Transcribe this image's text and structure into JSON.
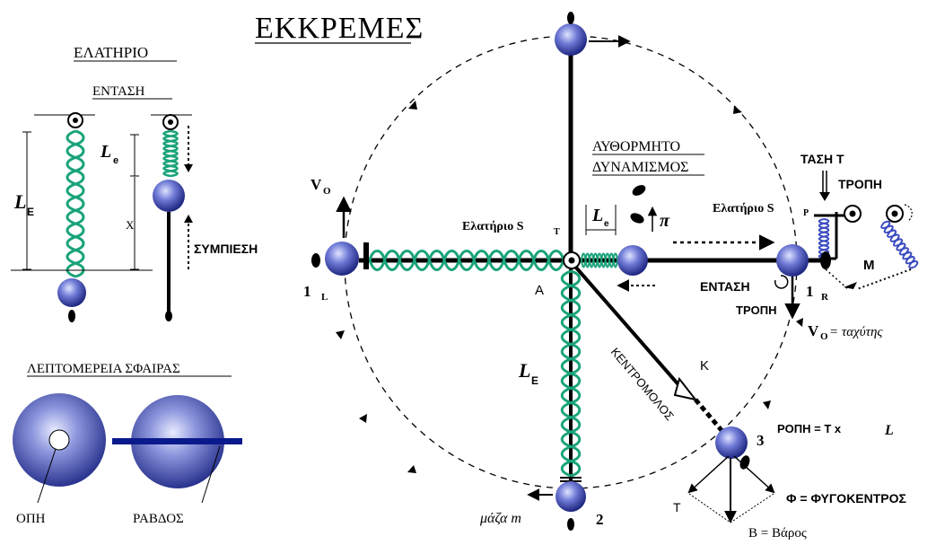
{
  "title": "ΕΚΚΡΕΜΕΣ",
  "spring_panel": {
    "heading": "ΕΛΑΤΗΡΙΟ",
    "tension_label": "ΕΝΤΑΣΗ",
    "length_E": "L",
    "length_E_sub": "E",
    "length_e": "L",
    "length_e_sub": "e",
    "x_label": "X",
    "compression_label": "ΣΥΜΠΙΕΣΗ"
  },
  "sphere_detail": {
    "heading": "ΛΕΠΤΟΜΕΡΕΙΑ ΣΦΑΙΡΑΣ",
    "hole_label": "ΟΠΗ",
    "rod_label": "ΡΑΒΔΟΣ"
  },
  "pendulum": {
    "v0_label": "V",
    "v0_sub": "O",
    "spring_st_label": "Ελατήριο S",
    "spring_st_sub": "T",
    "self_start_line1": "ΑΥΘΟΡΜΗΤΟ",
    "self_start_line2": "ΔΥΝΑΜΙΣΜΟΣ",
    "le_label": "L",
    "le_sub": "e",
    "pi_label": "π",
    "center_label": "A",
    "pos_1L": "1",
    "pos_1L_sub": "L",
    "pos_1R": "1",
    "pos_1R_sub": "R",
    "pos_2": "2",
    "pos_3": "3",
    "tension_label": "ΕΝΤΑΣΗ",
    "torque_label": "ΤΡΟΠΗ",
    "lE_label": "L",
    "lE_sub": "E",
    "centripetal_label": "ΚΕΝΤΡΟΜΟΛΟΣ",
    "k_label": "K",
    "mass_label": "μάζα m",
    "v0_speed_label": "V",
    "v0_speed_sub": "O",
    "v0_speed_text": " = ταχύτης",
    "moment_label": "ΡΟΠΗ = T x",
    "moment_L": "L",
    "centrifugal_label": "Φ = ΦΥΓΟΚΕΝΤΡΟΣ",
    "weight_label": "B = Βάρος",
    "t_label": "T"
  },
  "right_mechanism": {
    "tension_t": "ΤΑΣΗ Τ",
    "torque": "ΤΡΟΠΗ",
    "spring_sp": "Ελατήριο S",
    "spring_sp_sub": "P",
    "m_label": "M"
  },
  "colors": {
    "spring": "#1aa37a",
    "sphere": "#3a48b0",
    "rod": "#000000",
    "blue_spring": "#3b4bc0",
    "rod_detail": "#0a1a8c"
  }
}
